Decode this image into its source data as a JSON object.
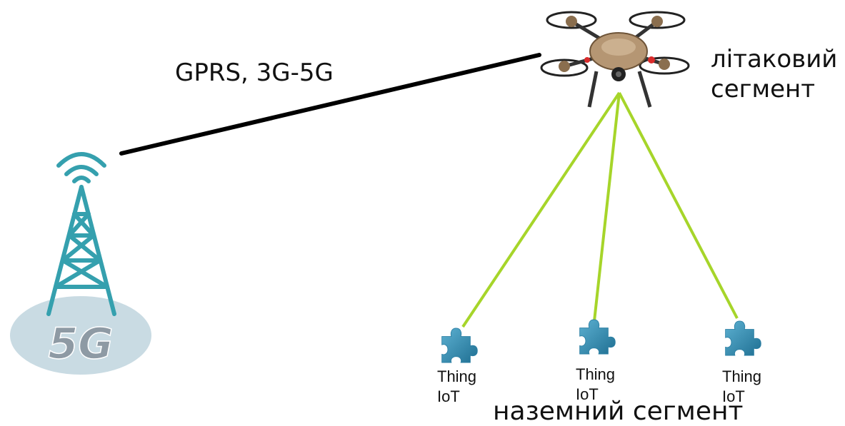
{
  "link": {
    "label": "GPRS, 3G-5G"
  },
  "air_segment": {
    "line1": "літаковий",
    "line2": "сегмент"
  },
  "ground_segment": {
    "label": "наземний сегмент"
  },
  "tower": {
    "badge": "5G",
    "icon": "cell-tower-5g-icon"
  },
  "drone": {
    "icon": "quadcopter-drone-icon"
  },
  "things": [
    {
      "line1": "Thing",
      "line2": "IoT",
      "icon": "puzzle-piece-icon"
    },
    {
      "line1": "Thing",
      "line2": "IoT",
      "icon": "puzzle-piece-icon"
    },
    {
      "line1": "Thing",
      "line2": "IoT",
      "icon": "puzzle-piece-icon"
    }
  ],
  "colors": {
    "link_line": "#000000",
    "drone_links": "#a6d52a",
    "tower_teal": "#35a0ae",
    "badge_ellipse": "#c9dbe3",
    "puzzle": "#3d8fb5"
  }
}
